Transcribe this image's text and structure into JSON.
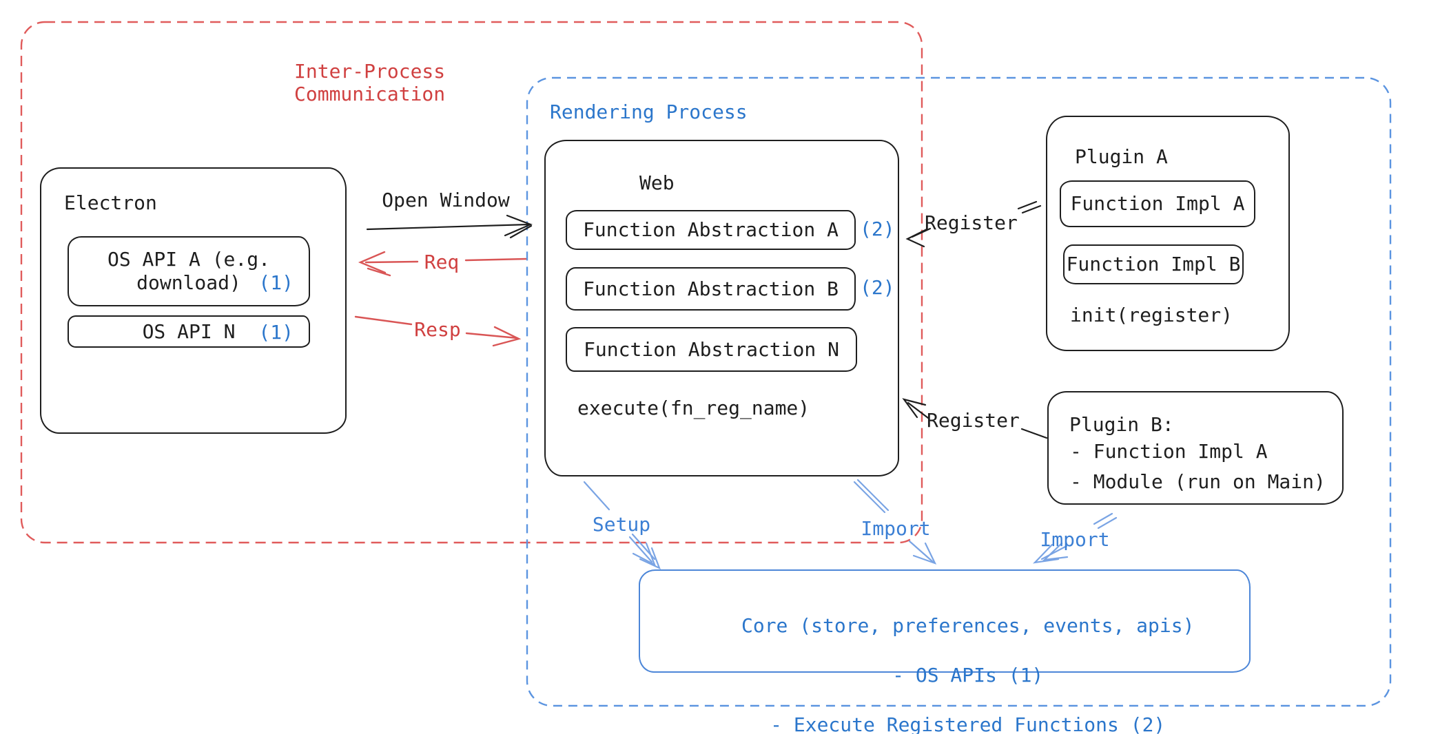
{
  "colors": {
    "ink": "#1e1e1e",
    "red_text": "#d04040",
    "red_dash": "#e05b5b",
    "blue_text": "#2b76cb",
    "blue_dash": "#5b94e0",
    "blue_arrow": "#7aa4e4",
    "core_border": "#4c86d8"
  },
  "ipc": {
    "title_line1": "Inter-Process",
    "title_line2": "Communication"
  },
  "rendering": {
    "title": "Rendering Process"
  },
  "electron": {
    "title": "Electron",
    "api_a_line1": "OS API A (e.g.",
    "api_a_line2": "download)",
    "api_a_badge": "(1)",
    "api_n": "OS API N",
    "api_n_badge": "(1)"
  },
  "arrows": {
    "open_window": "Open Window",
    "req": "Req",
    "resp": "Resp",
    "register_a": "Register",
    "register_b": "Register",
    "setup": "Setup",
    "import_web": "Import",
    "import_plugin": "Import"
  },
  "web": {
    "title": "Web",
    "fa_a": "Function Abstraction A",
    "fa_a_badge": "(2)",
    "fa_b": "Function Abstraction B",
    "fa_b_badge": "(2)",
    "fa_n": "Function Abstraction N",
    "execute": "execute(fn_reg_name)"
  },
  "plugin_a": {
    "title": "Plugin A",
    "impl_a": "Function Impl A",
    "impl_b": "Function Impl B",
    "init": "init(register)"
  },
  "plugin_b": {
    "title": "Plugin B:",
    "item1": "- Function Impl A",
    "item2": "- Module (run on Main)"
  },
  "core": {
    "line1": "Core (store, preferences, events, apis)",
    "line2": "- OS APIs (1)",
    "line3": "- Execute Registered Functions (2)"
  }
}
